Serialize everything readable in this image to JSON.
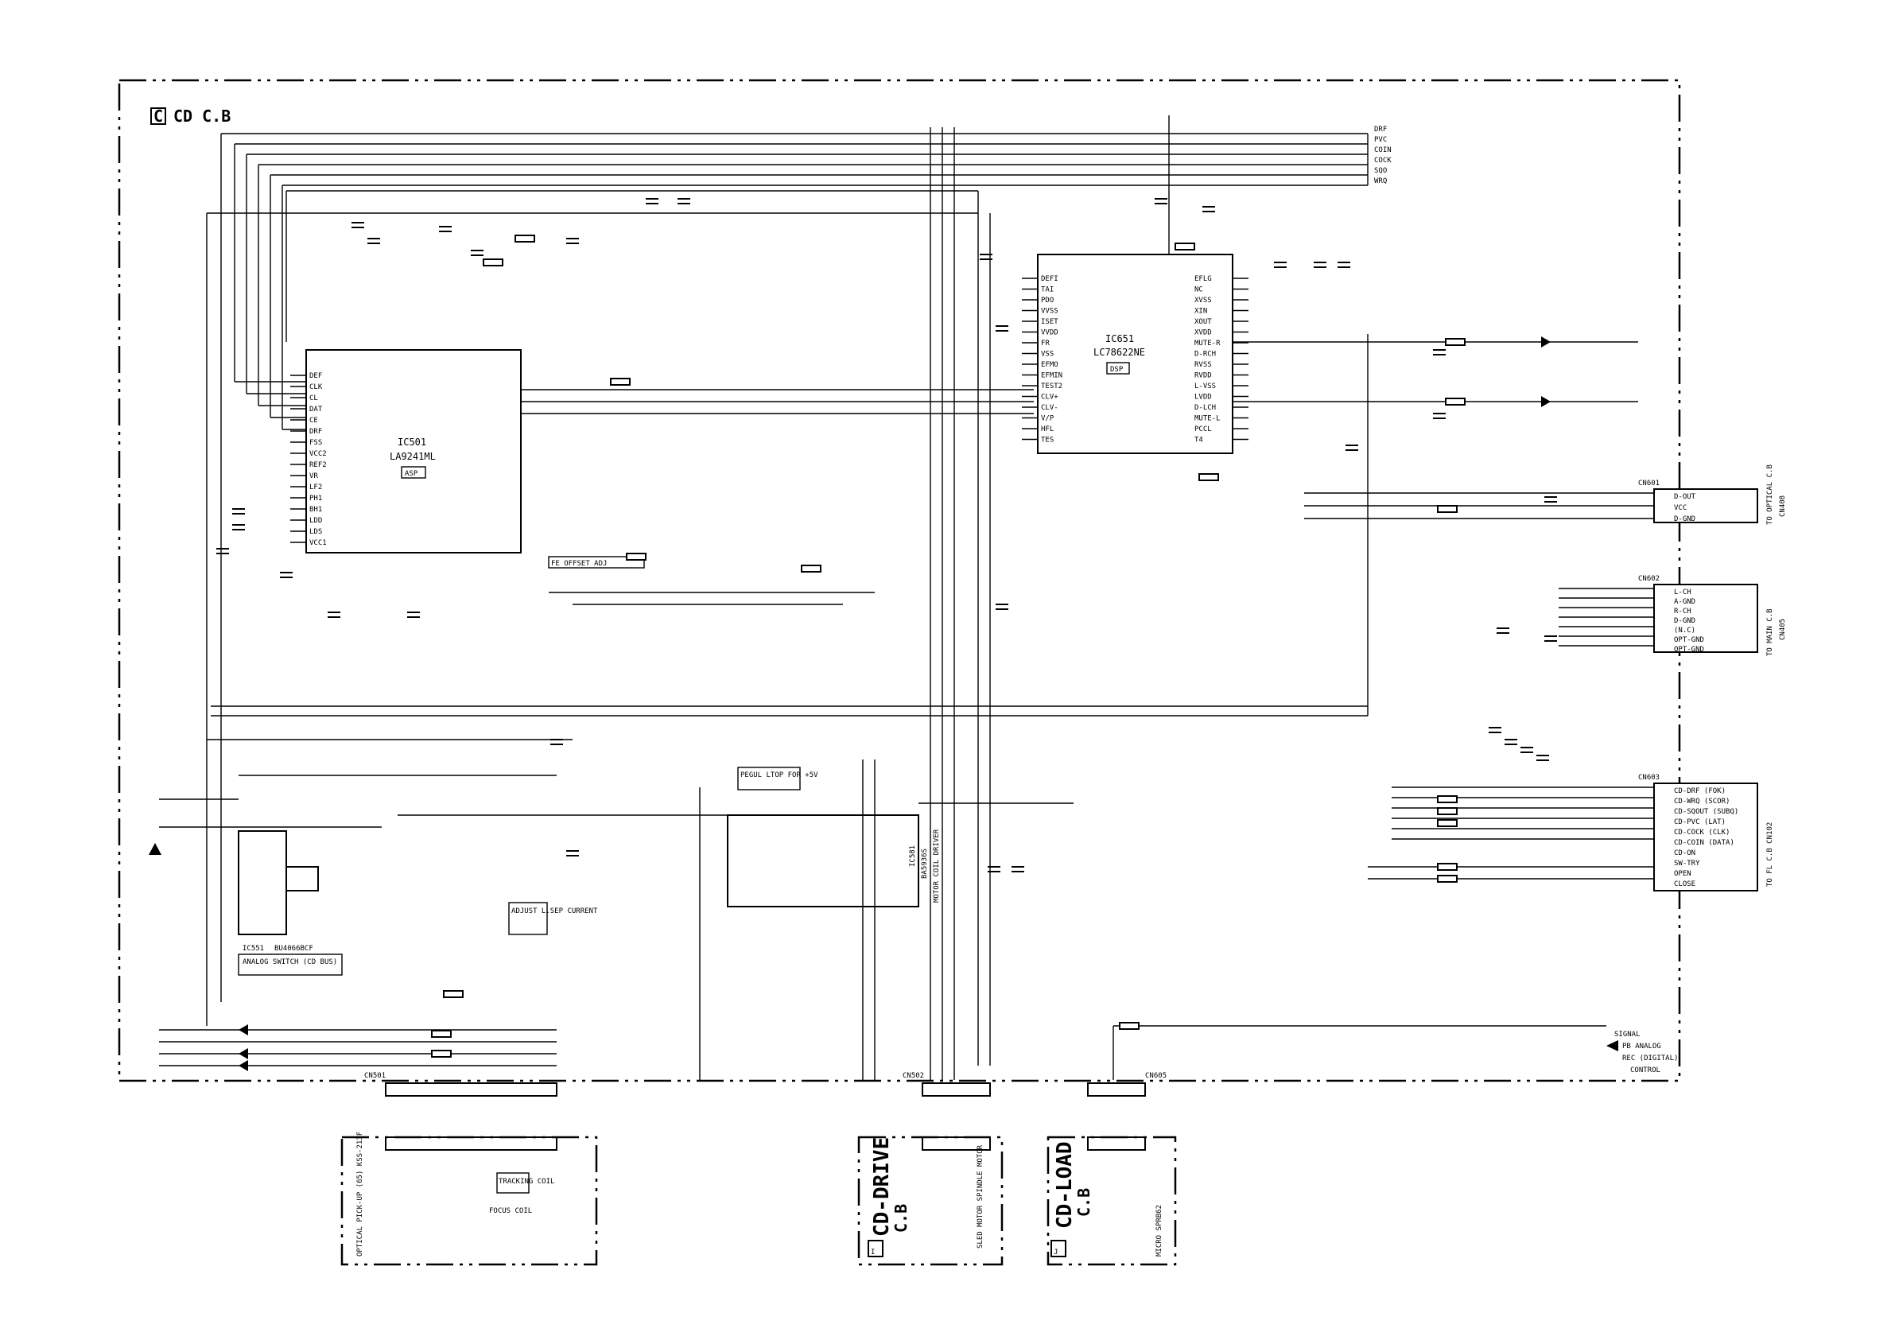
{
  "board": {
    "letter": "C",
    "title": "CD C.B"
  },
  "subboards": [
    {
      "letter": "I",
      "title": "CD-DRIVE",
      "sub": "C.B"
    },
    {
      "letter": "J",
      "title": "CD-LOAD",
      "sub": "C.B"
    }
  ],
  "ics": [
    {
      "ref": "IC501",
      "part": "LA9241ML",
      "tag": "ASP"
    },
    {
      "ref": "IC651",
      "part": "LC78622NE",
      "tag": "DSP"
    },
    {
      "ref": "IC551",
      "part": "BU4066BCF"
    },
    {
      "ref": "IC581",
      "part": "BA5936S"
    }
  ],
  "ic501_left_pins": [
    "DEF",
    "CLK",
    "CL",
    "DAT",
    "CE",
    "DRF",
    "FSS",
    "VCC2",
    "REF2",
    "VR",
    "LF2",
    "PH1",
    "BH1",
    "LDD",
    "LDS",
    "VCC1"
  ],
  "ic651_left_pins": [
    "DEFI",
    "TAI",
    "PDO",
    "VVSS",
    "ISET",
    "VVDD",
    "FR",
    "VSS",
    "EFMO",
    "EFMIN",
    "TEST2",
    "CLV+",
    "CLV-",
    "V/P",
    "HFL",
    "TES"
  ],
  "ic651_right_pins": [
    "EFLG",
    "NC",
    "XVSS",
    "XIN",
    "XOUT",
    "XVDD",
    "MUTE-R",
    "D-RCH",
    "RVSS",
    "RVDD",
    "L-VSS",
    "LVDD",
    "D-LCH",
    "MUTE-L",
    "PCCL",
    "T4"
  ],
  "cn601": {
    "ref": "CN601",
    "to": "TO OPTICAL C.B",
    "cn": "CN408",
    "pins": [
      "D-OUT",
      "VCC",
      "D-GND"
    ]
  },
  "cn602": {
    "ref": "CN602",
    "to": "TO MAIN C.B",
    "cn": "CN405",
    "pins": [
      "L-CH",
      "A-GND",
      "R-CH",
      "D-GND",
      "(N.C)",
      "OPT-GND",
      "OPT-GND"
    ]
  },
  "cn603": {
    "ref": "CN603",
    "to": "TO FL C.B CN102",
    "pins": [
      "CD-DRF (FOK)",
      "CD-WRQ (SCOR)",
      "CD-SQOUT (SUBQ)",
      "CD-PVC (LAT)",
      "CD-COCK (CLK)",
      "CD-COIN (DATA)",
      "CD-ON",
      "SW-TRY",
      "OPEN",
      "CLOSE"
    ]
  },
  "left_bus": [
    "DRF",
    "PVC",
    "COIN",
    "COCK",
    "SQO",
    "WRQ"
  ],
  "connectors": [
    "CN501",
    "CN502",
    "CN605"
  ],
  "side_notes": {
    "signal": "SIGNAL",
    "pb_analog": "PB ANALOG",
    "rec": "REC (DIGITAL)",
    "control": "CONTROL"
  },
  "misc_labels": [
    "ANALOG SWITCH (CD BUS)",
    "ADJUST L.SEP CURRENT",
    "FE OFFSET ADJ",
    "PEGUL LTOP FOR +5V",
    "MOTOR COIL DRIVER"
  ],
  "bottom": {
    "pickup": "OPTICAL PICK-UP (65) KSS-213F",
    "tracking": "TRACKING COIL",
    "focus": "FOCUS COIL",
    "drive_motors": "SLED MOTOR SPINDLE MOTOR",
    "micro": "MICRO SPRB62"
  }
}
